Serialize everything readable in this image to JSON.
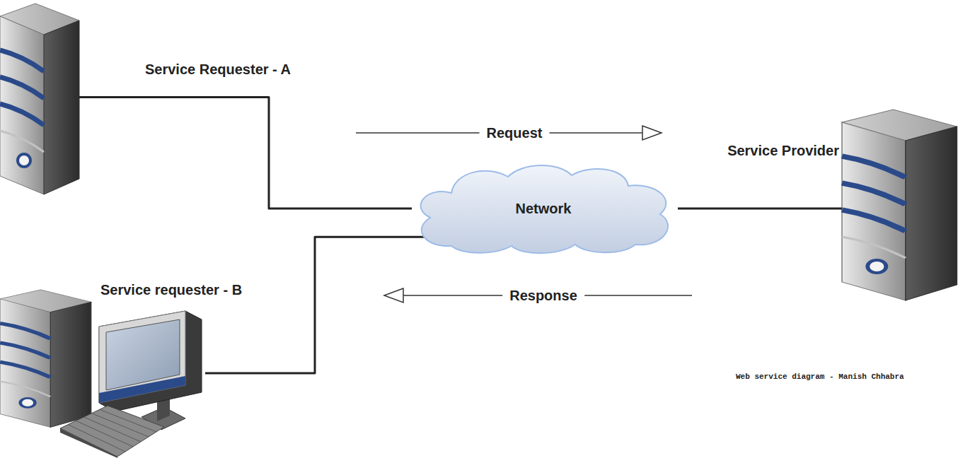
{
  "diagram": {
    "caption": "Web service diagram - Manish Chhabra",
    "nodes": [
      {
        "text": [
          "Service Requester - A"
        ]
      },
      {
        "text": [
          "Network"
        ]
      },
      {
        "text": [
          "Service Provider"
        ]
      },
      {
        "text": [
          "Service requester - B"
        ]
      }
    ],
    "edges": [
      {
        "from": 0,
        "to": 1,
        "arrow": "none"
      },
      {
        "from": 3,
        "to": 1,
        "arrow": "none"
      },
      {
        "from": 1,
        "to": 2,
        "arrow": "none"
      }
    ],
    "labels": [
      "Request",
      "Response"
    ]
  }
}
